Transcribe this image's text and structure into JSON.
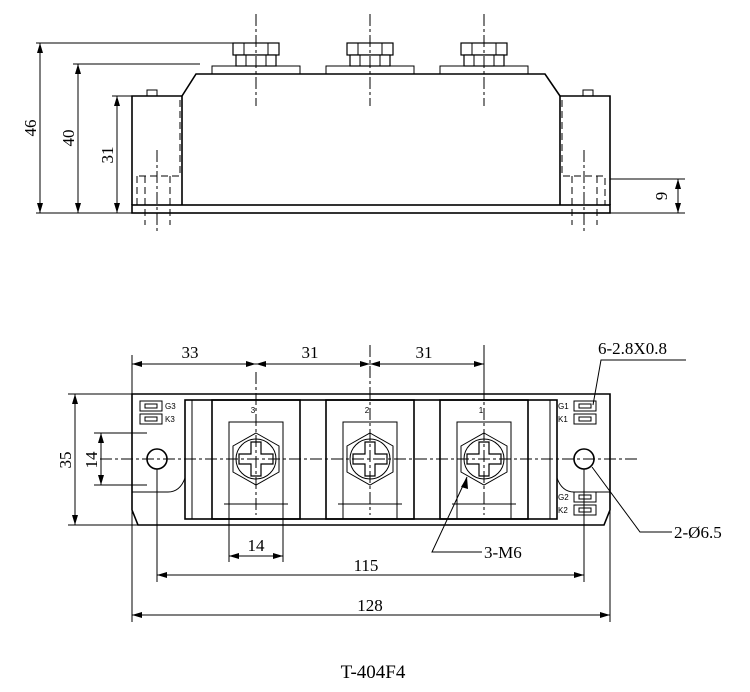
{
  "side_view": {
    "height_overall": "46",
    "height_body": "40",
    "height_base": "31",
    "height_pin": "9"
  },
  "top_view": {
    "pitch_left": "33",
    "pitch_mid": "31",
    "pitch_right": "31",
    "width_35": "35",
    "width_14": "14",
    "terminal_width": "14",
    "mount_spacing": "115",
    "overall_length": "128",
    "tab_spec": "6-2.8X0.8",
    "screw_spec": "3-M6",
    "hole_spec": "2-Ø6.5",
    "terminal_numbers": [
      "3",
      "2",
      "1"
    ],
    "left_tab_labels": [
      "G3",
      "K3"
    ],
    "right_top_tab_labels": [
      "G1",
      "K1"
    ],
    "right_bottom_tab_labels": [
      "G2",
      "K2"
    ]
  },
  "model": "T-404F4"
}
